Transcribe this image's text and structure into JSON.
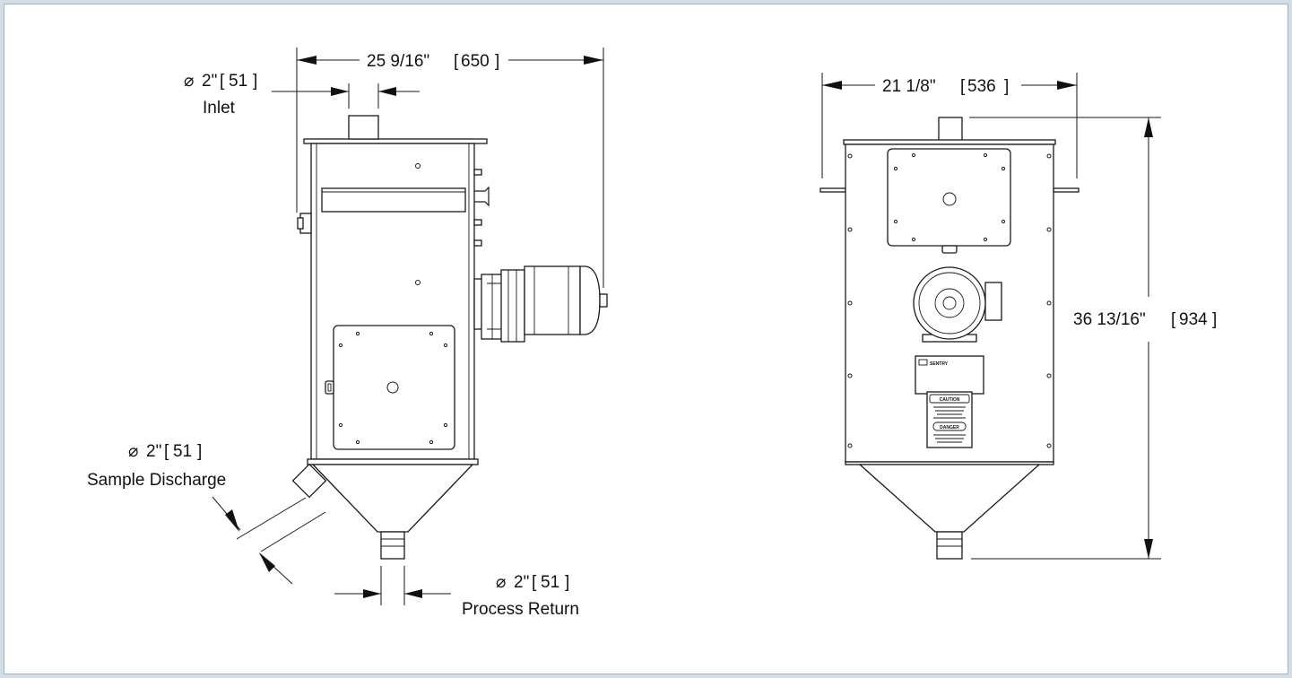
{
  "dimensions": {
    "side_width": {
      "imperial": "25 9/16\"",
      "metric": "650"
    },
    "front_width": {
      "imperial": "21 1/8\"",
      "metric": "536"
    },
    "height": {
      "imperial": "36 13/16\"",
      "metric": "934"
    }
  },
  "ports": {
    "inlet": {
      "diameter_imperial": "2\"",
      "diameter_metric": "51",
      "label": "Inlet"
    },
    "sample_discharge": {
      "diameter_imperial": "2\"",
      "diameter_metric": "51",
      "label": "Sample Discharge"
    },
    "process_return": {
      "diameter_imperial": "2\"",
      "diameter_metric": "51",
      "label": "Process Return"
    }
  },
  "symbols": {
    "diameter": "⌀"
  },
  "equipment_labels": {
    "brand_plate": "SENTRY",
    "caution_sign": "CAUTION",
    "danger_sign": "DANGER"
  }
}
